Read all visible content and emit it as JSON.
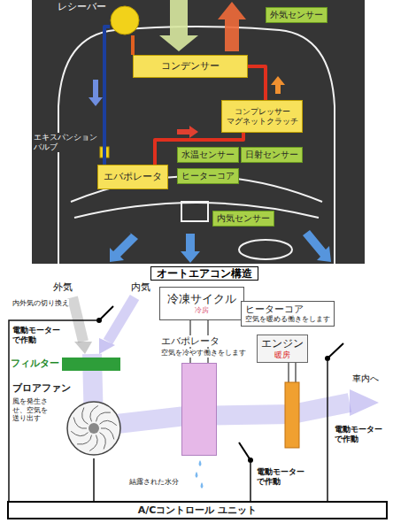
{
  "diagram": {
    "title": "オートエアコン構造",
    "nodes": [
      {
        "text": [
          "レシーバー"
        ]
      },
      {
        "text": [
          "外気センサー"
        ]
      },
      {
        "text": [
          "コンデンサー"
        ]
      },
      {
        "text": [
          "コンプレッサー マグネットクラッチ"
        ]
      },
      {
        "text": [
          "水温センサー"
        ]
      },
      {
        "text": [
          "日射センサー"
        ]
      },
      {
        "text": [
          "エバポレータ"
        ]
      },
      {
        "text": [
          "ヒーターコア"
        ]
      },
      {
        "text": [
          "内気センサー"
        ]
      },
      {
        "text": [
          "フィルター"
        ]
      },
      {
        "text": [
          "冷凍サイクル",
          "冷房"
        ]
      },
      {
        "text": [
          "ヒーターコア",
          "空気を暖める働きをします"
        ]
      },
      {
        "text": [
          "エンジン",
          "暖房"
        ]
      },
      {
        "text": [
          "ブロアファン",
          "風を発生させ、空気を送り出す"
        ]
      },
      {
        "text": [
          "エバポレータ",
          "空気を冷やす働きをします"
        ]
      },
      {
        "text": [
          "A/Cコントロール ユニット"
        ]
      }
    ],
    "edges": [
      {
        "from": 3,
        "to": 2,
        "arrow": "none"
      },
      {
        "from": 2,
        "to": 0,
        "arrow": "none"
      },
      {
        "from": 0,
        "to": 6,
        "arrow": "none"
      },
      {
        "from": 6,
        "to": 3,
        "arrow": "none"
      },
      {
        "from": 10,
        "to": 14,
        "arrow": "none"
      },
      {
        "from": 15,
        "to": 13,
        "arrow": "none"
      }
    ],
    "labels": [
      "エキスパンション バルブ",
      "外気",
      "内気",
      "内外気の切り換え",
      "電動モーターで作動",
      "車内へ",
      "電動モーターで作動",
      "電動モーターで作動",
      "結露された水分"
    ]
  }
}
